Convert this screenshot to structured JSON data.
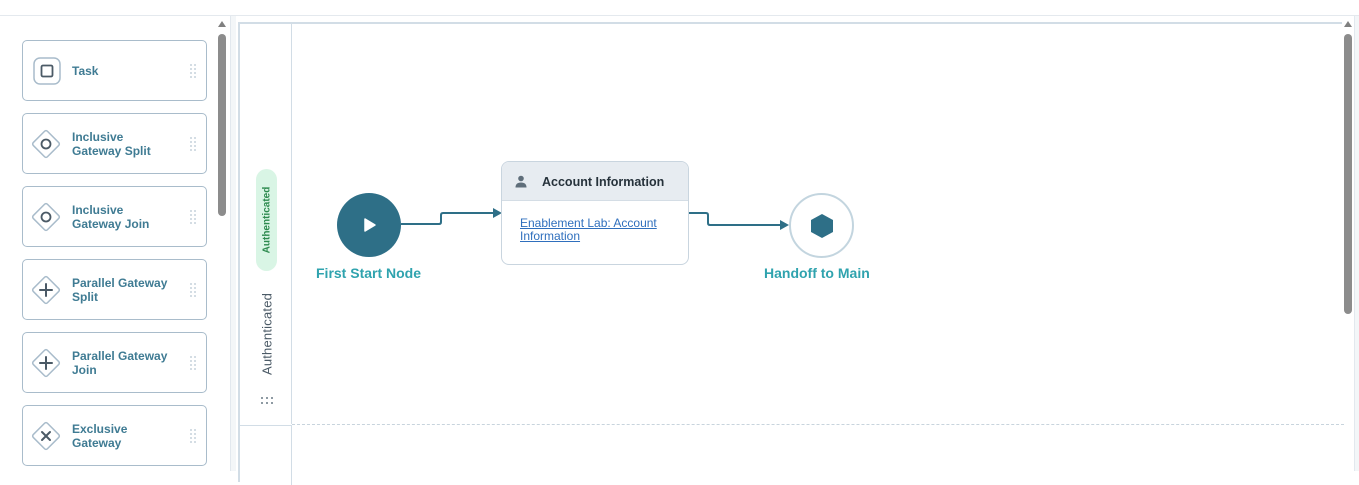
{
  "palette": {
    "items": [
      {
        "label": "Task",
        "icon": "task-square-icon"
      },
      {
        "label": "Inclusive Gateway Split",
        "icon": "inclusive-gateway-icon"
      },
      {
        "label": "Inclusive Gateway Join",
        "icon": "inclusive-gateway-icon"
      },
      {
        "label": "Parallel Gateway Split",
        "icon": "parallel-gateway-icon"
      },
      {
        "label": "Parallel Gateway Join",
        "icon": "parallel-gateway-icon"
      },
      {
        "label": "Exclusive Gateway",
        "icon": "exclusive-gateway-icon"
      }
    ]
  },
  "lane": {
    "badge": "Authenticated",
    "title": "Authenticated"
  },
  "nodes": {
    "start": {
      "label": "First Start Node",
      "icon": "play-icon"
    },
    "task": {
      "title": "Account Information",
      "link": "Enablement Lab: Account Information",
      "icon": "person-icon"
    },
    "end": {
      "label": "Handoff to Main",
      "icon": "hexagon-icon"
    }
  },
  "colors": {
    "node_fill": "#2e6f87",
    "label_teal": "#2fa3ae",
    "palette_text": "#3f7b93",
    "badge_bg": "#d9f5e5",
    "badge_text": "#2d8a4e",
    "link": "#2f6fbd"
  }
}
